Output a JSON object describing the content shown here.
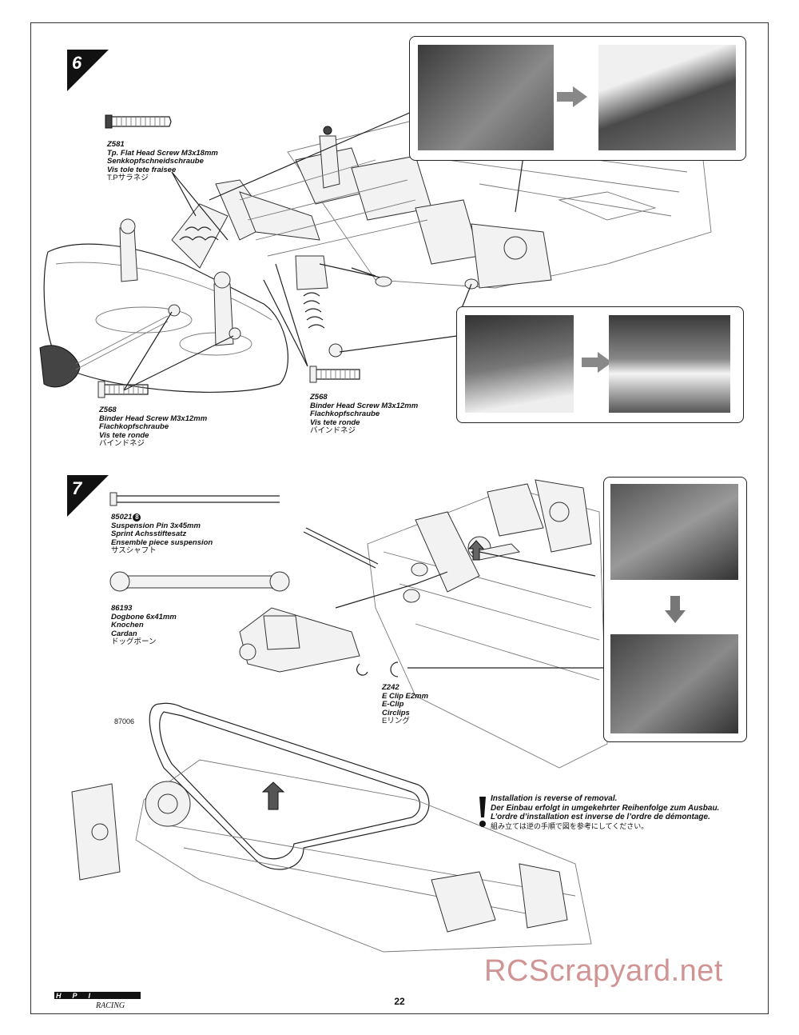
{
  "steps": {
    "step6": {
      "number": "6"
    },
    "step7": {
      "number": "7"
    }
  },
  "parts": {
    "z581": {
      "code": "Z581",
      "en": "Tp. Flat Head Screw M3x18mm",
      "de": "Senkkopfschneidschraube",
      "fr": "Vis tole tete fraisee",
      "jp": "T.Pサラネジ"
    },
    "z568_left": {
      "code": "Z568",
      "en": "Binder Head Screw M3x12mm",
      "de": "Flachkopfschraube",
      "fr": "Vis tete ronde",
      "jp": "バインドネジ"
    },
    "z568_right": {
      "code": "Z568",
      "en": "Binder Head Screw M3x12mm",
      "de": "Flachkopfschraube",
      "fr": "Vis tete ronde",
      "jp": "バインドネジ"
    },
    "p85021": {
      "code": "85021",
      "badge": "8",
      "en": "Suspension Pin 3x45mm",
      "de": "Sprint Achsstiftesatz",
      "fr": "Ensemble piece suspension",
      "jp": "サスシャフト"
    },
    "p86193": {
      "code": "86193",
      "en": "Dogbone 6x41mm",
      "de": "Knochen",
      "fr": "Cardan",
      "jp": "ドッグボーン"
    },
    "z242": {
      "code": "Z242",
      "en": "E Clip E2mm",
      "de": "E-Clip",
      "fr": "Circlips",
      "jp": "Eリング"
    }
  },
  "belt_part_number": "87006",
  "note": {
    "en": "Installation is reverse of removal.",
    "de": "Der Einbau erfolgt in umgekehrter Reihenfolge zum Ausbau.",
    "fr": "L’ordre d’installation est inverse de l’ordre de démontage.",
    "jp": "組み立ては逆の手順で図を参考にしてください。"
  },
  "page_number": "22",
  "watermark": "RCScrapyard.net",
  "logo": {
    "name": "hpi-racing-logo",
    "text": "HPI RACING"
  },
  "colors": {
    "badge": "#111111",
    "watermark": "#c98282",
    "photo": "#6b6b6b"
  }
}
